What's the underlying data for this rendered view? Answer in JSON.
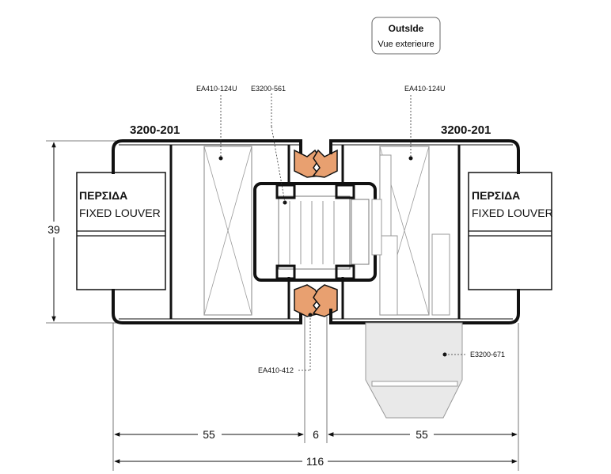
{
  "header": {
    "badge_title": "OutsIde",
    "badge_subtitle": "Vue exterieure"
  },
  "profiles": {
    "left_frame": "3200-201",
    "right_frame": "3200-201"
  },
  "callouts": {
    "gasket_left": "EA410-124U",
    "mullion": "E3200-561",
    "gasket_right": "EA410-124U",
    "gasket_bottom": "EA410-412",
    "cover": "E3200-671"
  },
  "louver_left": {
    "title": "ΠΕΡΣΙΔΑ",
    "subtitle": "FIXED LOUVER"
  },
  "louver_right": {
    "title": "ΠΕΡΣΙΔΑ",
    "subtitle": "FIXED LOUVER"
  },
  "dimensions": {
    "height": "39",
    "left_width": "55",
    "gap": "6",
    "right_width": "55",
    "total": "116"
  },
  "colors": {
    "outline": "#111111",
    "gasket": "#e8a070",
    "insulation": "#9a9a9a",
    "cover_fill": "#e9e9e9"
  }
}
